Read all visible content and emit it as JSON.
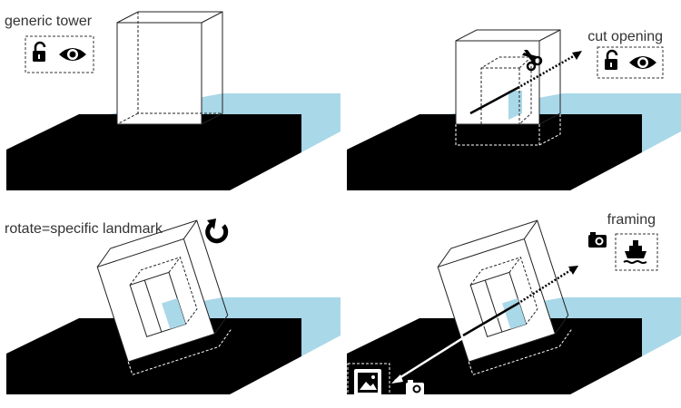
{
  "panels": [
    {
      "label": "generic tower",
      "icons": [
        "lock-open-icon",
        "eye-icon"
      ]
    },
    {
      "label": "cut opening",
      "icons": [
        "scissors-icon",
        "lock-open-icon",
        "eye-icon"
      ]
    },
    {
      "label": "rotate=specific landmark",
      "icons": [
        "rotate-icon"
      ]
    },
    {
      "label": "framing",
      "icons": [
        "camera-icon",
        "ship-icon",
        "image-icon",
        "camera-icon"
      ]
    }
  ],
  "colors": {
    "water": "#a9d8e8",
    "ground": "#000000",
    "text": "#333333"
  }
}
